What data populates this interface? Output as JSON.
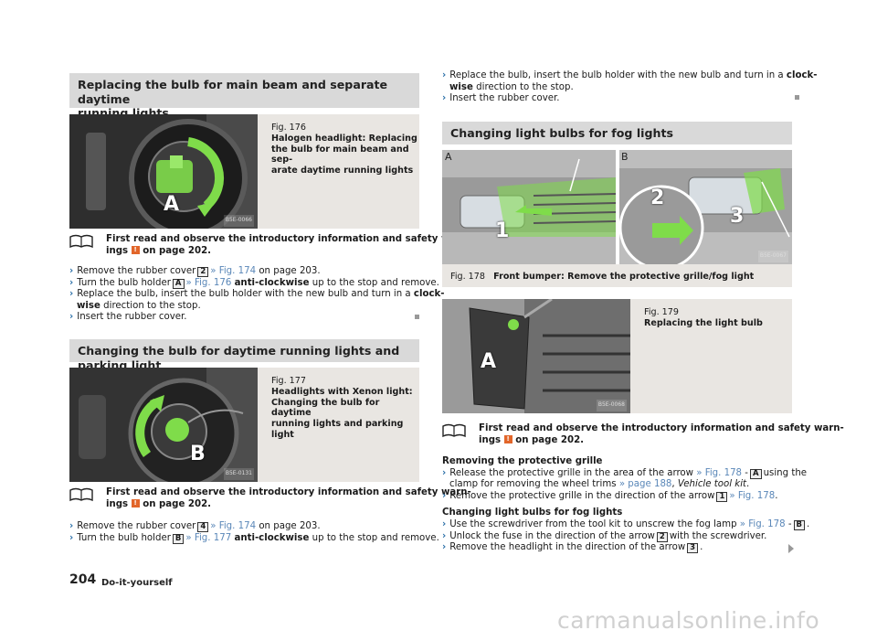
{
  "left": {
    "section1": {
      "title_l1": "Replacing the bulb for main beam and separate daytime",
      "title_l2": "running lights",
      "fig_num": "Fig. 176",
      "fig_l1": "Halogen headlight: Replacing",
      "fig_l2": "the bulb for main beam and sep-",
      "fig_l3": "arate daytime running lights",
      "photo_code": "B5E-0066",
      "photo_label": "A",
      "note_l1": "First read and observe the introductory information and safety warn-",
      "note_l2a": "ings",
      "note_l2b": "on page 202.",
      "s1_a": "Remove the rubber cover",
      "s1_key": "2",
      "s1_link": "» Fig. 174",
      "s1_b": "on page 203.",
      "s2_a": "Turn the bulb holder",
      "s2_key": "A",
      "s2_link": "» Fig. 176",
      "s2_bold": "anti-clockwise",
      "s2_b": "up to the stop and remove.",
      "s3_a": "Replace the bulb, insert the bulb holder with the new bulb and turn in a",
      "s3_bold": "clock-",
      "s3_l2_bold": "wise",
      "s3_l2": "direction to the stop.",
      "s4": "Insert the rubber cover."
    },
    "section2": {
      "title": "Changing the bulb for daytime running lights and parking light",
      "fig_num": "Fig. 177",
      "fig_l1": "Headlights with Xenon light:",
      "fig_l2": "Changing the bulb for daytime",
      "fig_l3": "running lights and parking light",
      "photo_code": "B5E-0131",
      "photo_label": "B",
      "note_l1": "First read and observe the introductory information and safety warn-",
      "note_l2a": "ings",
      "note_l2b": "on page 202.",
      "s1_a": "Remove the rubber cover",
      "s1_key": "4",
      "s1_link": "» Fig. 174",
      "s1_b": "on page 203.",
      "s2_a": "Turn the bulb holder",
      "s2_key": "B",
      "s2_link": "» Fig. 177",
      "s2_bold": "anti-clockwise",
      "s2_b": "up to the stop and remove."
    }
  },
  "right": {
    "top": {
      "s1_a": "Replace the bulb, insert the bulb holder with the new bulb and turn in a",
      "s1_bold": "clock-",
      "s1_l2_bold": "wise",
      "s1_l2": "direction to the stop.",
      "s2": "Insert the rubber cover."
    },
    "section3": {
      "title": "Changing light bulbs for fog lights",
      "photo_label_a": "A",
      "photo_label_b": "B",
      "num1": "1",
      "num2": "2",
      "num3": "3",
      "photo_code": "B5E-0067",
      "fig178_num": "Fig. 178",
      "fig178_text": "Front bumper: Remove the protective grille/fog light",
      "fig179_num": "Fig. 179",
      "fig179_text": "Replacing the light bulb",
      "photo2_code": "B5E-0068",
      "photo2_label": "A",
      "note_l1": "First read and observe the introductory information and safety warn-",
      "note_l2a": "ings",
      "note_l2b": "on page 202.",
      "sub1": "Removing the protective grille",
      "r1_a": "Release the protective grille in the area of the arrow",
      "r1_link": "» Fig. 178",
      "r1_dash": "-",
      "r1_key": "A",
      "r1_b": "using the",
      "r1_l2a": "clamp for removing the wheel trims",
      "r1_l2_link": "» page 188",
      "r1_l2_it": "Vehicle tool kit",
      "r2_a": "Remove the protective grille in the direction of the arrow",
      "r2_key": "1",
      "r2_link": "» Fig. 178",
      "sub2": "Changing light bulbs for fog lights",
      "r3_a": "Use the screwdriver from the tool kit to unscrew the fog lamp",
      "r3_link": "» Fig. 178",
      "r3_dash": "-",
      "r3_key": "B",
      "r4_a": "Unlock the fuse in the direction of the arrow",
      "r4_key": "2",
      "r4_b": "with the screwdriver.",
      "r5_a": "Remove the headlight in the direction of the arrow",
      "r5_key": "3"
    }
  },
  "footer": {
    "page_num": "204",
    "section": "Do-it-yourself",
    "watermark": "carmanualsonline.info"
  },
  "colors": {
    "warning": "#e2662a",
    "link": "#5a87b8",
    "arrow": "#2b6fa8",
    "highlight_green": "#7fdc4a"
  }
}
